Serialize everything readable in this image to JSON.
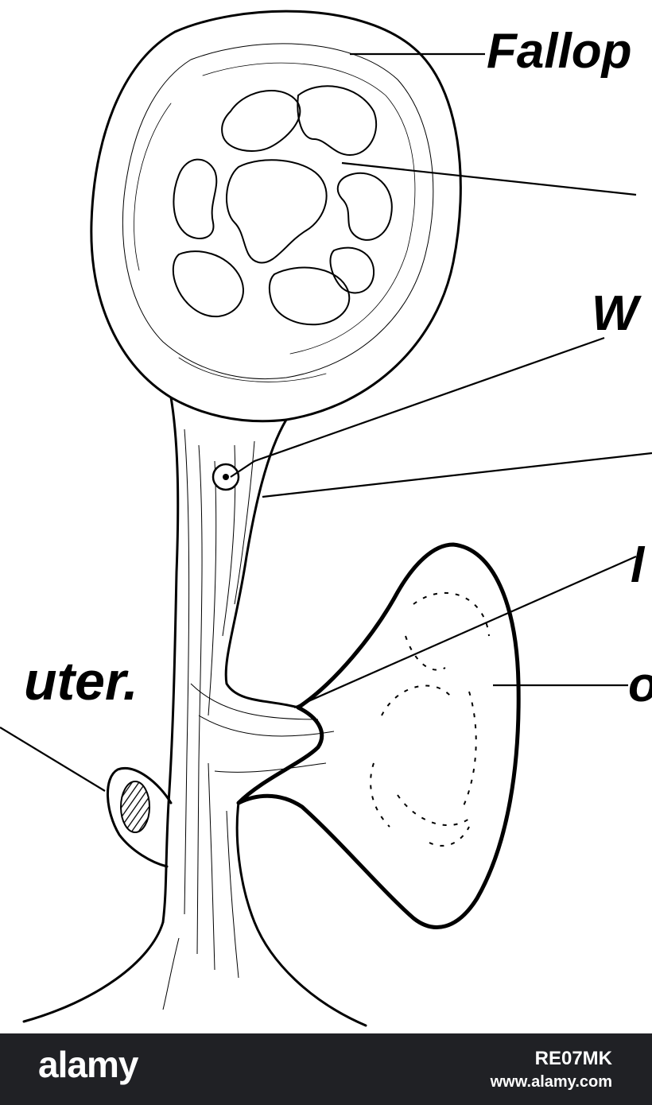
{
  "labels": {
    "fallop": "Fallop",
    "w": "W",
    "uter": "uter.",
    "o": "o"
  },
  "watermark": {
    "logo": "alamy",
    "image_id": "RE07MK",
    "url": "www.alamy.com"
  }
}
